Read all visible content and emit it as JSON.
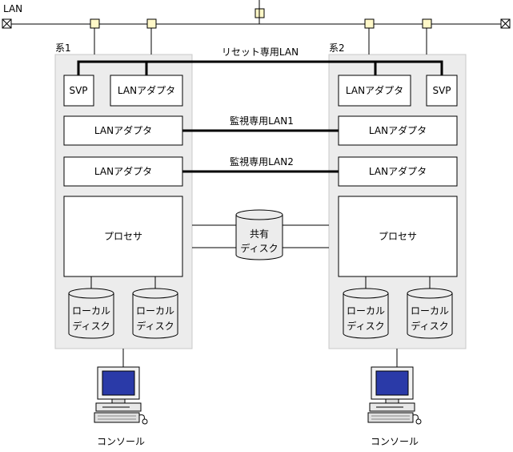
{
  "lan_label": "LAN",
  "reset_lan": "リセット専用LAN",
  "monitor_lan1": "監視専用LAN1",
  "monitor_lan2": "監視専用LAN2",
  "system1": {
    "label": "系1",
    "svp": "SVP",
    "lan_adapter_reset": "LANアダプタ",
    "lan_adapter_1": "LANアダプタ",
    "lan_adapter_2": "LANアダプタ",
    "processor": "プロセサ",
    "local_disk_a": [
      "ローカル",
      "ディスク"
    ],
    "local_disk_b": [
      "ローカル",
      "ディスク"
    ],
    "console": "コンソール"
  },
  "system2": {
    "label": "系2",
    "svp": "SVP",
    "lan_adapter_reset": "LANアダプタ",
    "lan_adapter_1": "LANアダプタ",
    "lan_adapter_2": "LANアダプタ",
    "processor": "プロセサ",
    "local_disk_a": [
      "ローカル",
      "ディスク"
    ],
    "local_disk_b": [
      "ローカル",
      "ディスク"
    ],
    "console": "コンソール"
  },
  "shared_disk": [
    "共有",
    "ディスク"
  ],
  "colors": {
    "cabinet_fill": "#ececec",
    "node_fill": "#fff8c8",
    "monitor_screen": "#2a3aa8"
  }
}
